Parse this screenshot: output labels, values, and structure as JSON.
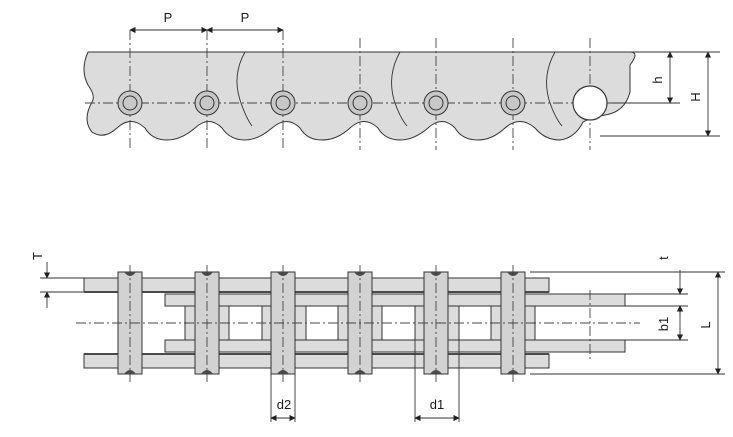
{
  "labels": {
    "pitch_1": "P",
    "pitch_2": "P",
    "h": "h",
    "H": "H",
    "T": "T",
    "t": "t",
    "b1": "b1",
    "L": "L",
    "d2": "d2",
    "d1": "d1"
  },
  "colors": {
    "plate_fill": "#dcdcdc",
    "outline": "#333333",
    "pin_dark": "#4a4a4a"
  }
}
